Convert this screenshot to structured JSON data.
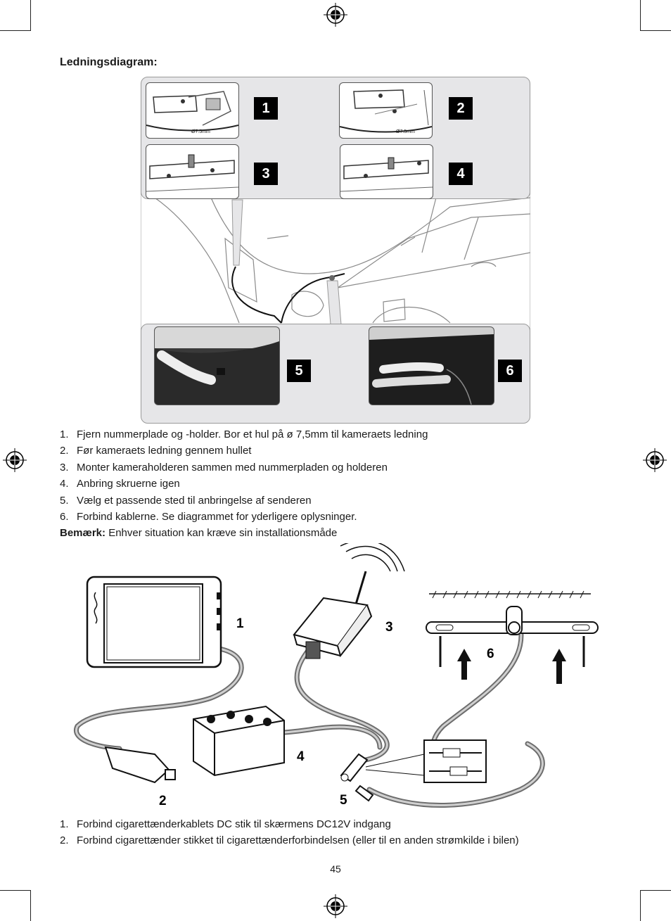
{
  "page": {
    "title": "Ledningsdiagram:",
    "page_number": "45"
  },
  "install_figure": {
    "badges": [
      "1",
      "2",
      "3",
      "4",
      "5",
      "6"
    ],
    "drill_labels": [
      "Ø7.5mm",
      "Ø7.5mm"
    ]
  },
  "install_steps": [
    {
      "num": "1.",
      "text": "Fjern nummerplade og -holder. Bor et hul på ø 7,5mm til kameraets ledning"
    },
    {
      "num": "2.",
      "text": "Før kameraets ledning gennem hullet"
    },
    {
      "num": "3.",
      "text": "Monter kameraholderen sammen med nummerpladen og holderen"
    },
    {
      "num": "4.",
      "text": "Anbring skruerne igen"
    },
    {
      "num": "5.",
      "text": "Vælg et passende sted til anbringelse af senderen"
    },
    {
      "num": "6.",
      "text": "Forbind kablerne. Se diagrammet for yderligere oplysninger."
    }
  ],
  "note": {
    "label": "Bemærk:",
    "text": " Enhver situation kan kræve sin installationsmåde"
  },
  "wiring_figure": {
    "numbers": [
      "1",
      "2",
      "3",
      "4",
      "5",
      "6"
    ]
  },
  "connect_steps": [
    {
      "num": "1.",
      "text": "Forbind cigarettænderkablets DC stik til skærmens DC12V indgang"
    },
    {
      "num": "2.",
      "text": "Forbind cigarettænder stikket til cigarettænderforbindelsen (eller til en anden strømkilde i bilen)"
    }
  ]
}
